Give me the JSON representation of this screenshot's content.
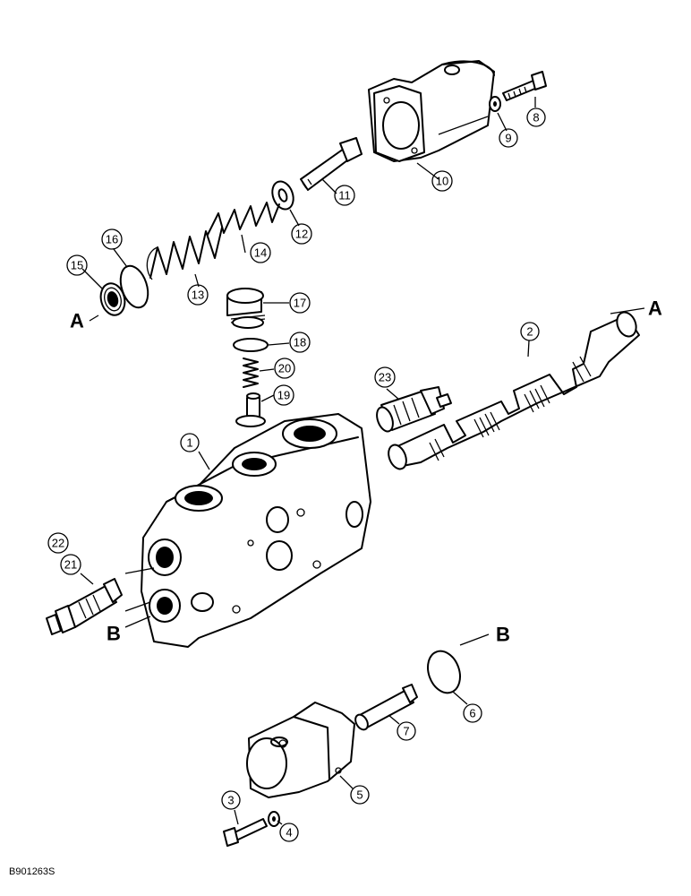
{
  "callouts": [
    {
      "id": "1",
      "label": "1"
    },
    {
      "id": "2",
      "label": "2"
    },
    {
      "id": "3",
      "label": "3"
    },
    {
      "id": "4",
      "label": "4"
    },
    {
      "id": "5",
      "label": "5"
    },
    {
      "id": "6",
      "label": "6"
    },
    {
      "id": "7",
      "label": "7"
    },
    {
      "id": "8",
      "label": "8"
    },
    {
      "id": "9",
      "label": "9"
    },
    {
      "id": "10",
      "label": "10"
    },
    {
      "id": "11",
      "label": "11"
    },
    {
      "id": "12",
      "label": "12"
    },
    {
      "id": "13",
      "label": "13"
    },
    {
      "id": "14",
      "label": "14"
    },
    {
      "id": "15",
      "label": "15"
    },
    {
      "id": "16",
      "label": "16"
    },
    {
      "id": "17",
      "label": "17"
    },
    {
      "id": "18",
      "label": "18"
    },
    {
      "id": "19",
      "label": "19"
    },
    {
      "id": "20",
      "label": "20"
    },
    {
      "id": "21",
      "label": "21"
    },
    {
      "id": "22",
      "label": "22"
    },
    {
      "id": "23",
      "label": "23"
    }
  ],
  "references": [
    {
      "id": "A-left",
      "label": "A"
    },
    {
      "id": "A-right",
      "label": "A"
    },
    {
      "id": "B-left",
      "label": "B"
    },
    {
      "id": "B-right",
      "label": "B"
    }
  ],
  "figure_id": "B901263S"
}
